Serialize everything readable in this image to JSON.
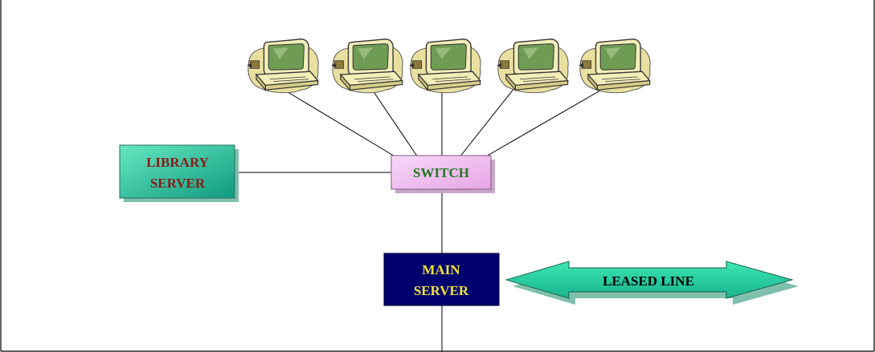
{
  "nodes": {
    "library_server": {
      "line1": "LIBRARY",
      "line2": "SERVER"
    },
    "switch": {
      "label": "SWITCH"
    },
    "main_server": {
      "line1": "MAIN",
      "line2": "SERVER"
    }
  },
  "leased_line": {
    "label": "LEASED LINE"
  },
  "workstations": {
    "count": 5,
    "icon": "desktop-computer-icon"
  },
  "colors": {
    "library_server_fill_light": "#66e8c0",
    "library_server_fill_dark": "#0f9b7f",
    "library_server_text": "#8b1a1a",
    "switch_fill_light": "#f8d8f8",
    "switch_fill_dark": "#e6a6e6",
    "switch_text": "#1f7a1f",
    "main_server_fill": "#00006e",
    "main_server_text": "#f2e43a",
    "leased_line_fill_light": "#3ee6b4",
    "leased_line_fill_dark": "#16b38c",
    "leased_line_text": "#000000",
    "connector_line": "#000000",
    "computer_case": "#efe8a8",
    "computer_screen": "#6f9c55"
  }
}
